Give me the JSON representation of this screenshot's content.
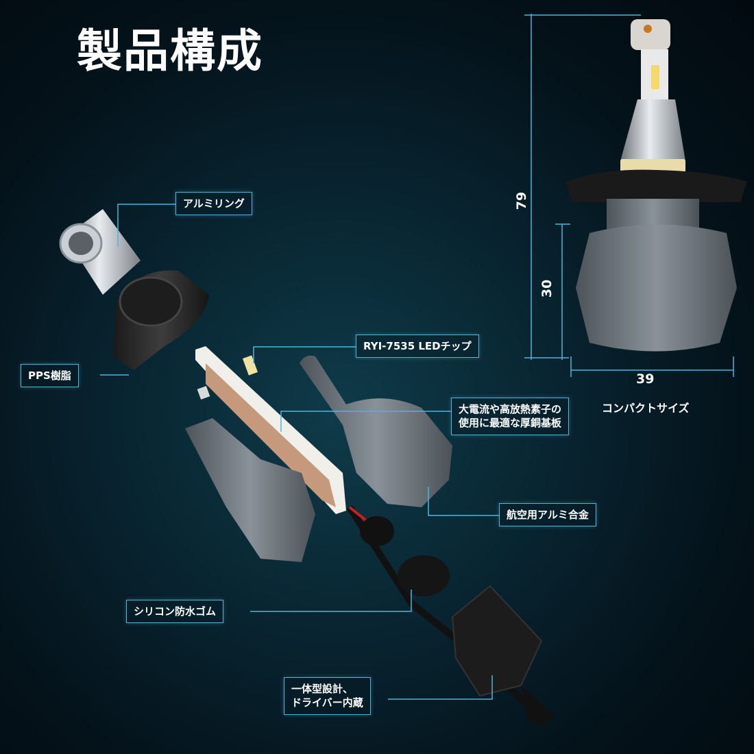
{
  "title": "製品構成",
  "callouts": {
    "aluminum_ring": "アルミリング",
    "pps_resin": "PPS樹脂",
    "led_chip": "RYI-7535 LEDチップ",
    "copper_board_line1": "大電流や高放熱素子の",
    "copper_board_line2": "使用に最適な厚銅基板",
    "aluminum_alloy": "航空用アルミ合金",
    "silicone_rubber": "シリコン防水ゴム",
    "driver_line1": "一体型設計、",
    "driver_line2": "ドライバー内蔵"
  },
  "dimensions": {
    "total_height": "79",
    "base_height": "30",
    "width": "39",
    "caption": "コンパクトサイズ"
  },
  "colors": {
    "accent_line": "#4fb6d9",
    "background": "#082430"
  }
}
